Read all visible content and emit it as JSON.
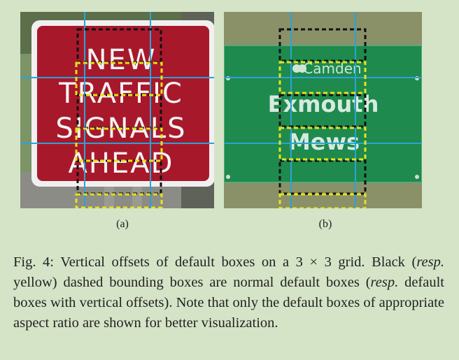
{
  "figure": {
    "panel_a": {
      "label": "(a)",
      "sign_lines": [
        "NEW",
        "TRAFFIC",
        "SIGNALS",
        "AHEAD"
      ],
      "sign_color": "#a8182b"
    },
    "panel_b": {
      "label": "(b)",
      "sign_lines": [
        "Camden",
        "Exmouth",
        "Mews"
      ],
      "sign_color": "#1e8a4e"
    },
    "colors": {
      "grid_line": "#2aa3d8",
      "normal_box": "#111111",
      "offset_box": "#e6e21a"
    }
  },
  "caption": {
    "prefix": "Fig. 4: Vertical offsets of default boxes on a 3 × 3 grid. Black (",
    "resp1": "resp.",
    "mid1": " yellow) dashed bounding boxes are normal default boxes (",
    "resp2": "resp.",
    "mid2": " default boxes with vertical offsets). Note that only the default boxes of appropriate aspect ratio are shown for better visualization."
  }
}
